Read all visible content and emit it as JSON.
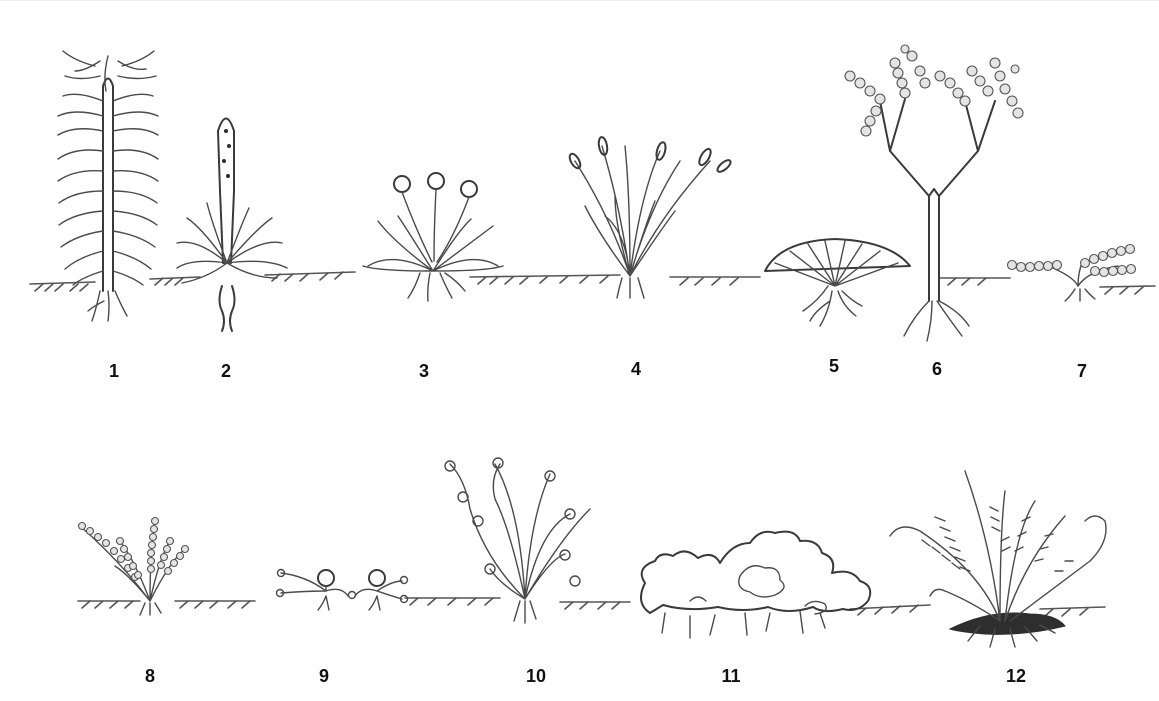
{
  "plants": [
    {
      "number": "1"
    },
    {
      "number": "2"
    },
    {
      "number": "3"
    },
    {
      "number": "4"
    },
    {
      "number": "5"
    },
    {
      "number": "6"
    },
    {
      "number": "7"
    },
    {
      "number": "8"
    },
    {
      "number": "9"
    },
    {
      "number": "10"
    },
    {
      "number": "11"
    },
    {
      "number": "12"
    }
  ]
}
